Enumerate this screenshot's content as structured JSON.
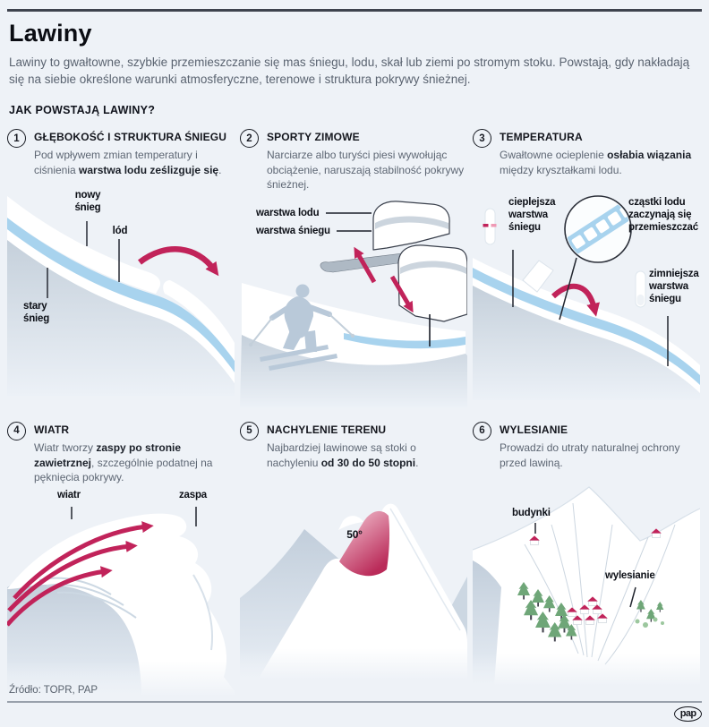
{
  "header": {
    "title": "Lawiny",
    "subtitle": "Lawiny to gwałtowne, szybkie przemieszczanie się mas śniegu, lodu, skał lub ziemi po stromym stoku. Powstają, gdy nakładają się na siebie określone warunki atmosferyczne, terenowe i struktura pokrywy śnieżnej.",
    "section_title": "JAK POWSTAJĄ LAWINY?"
  },
  "panels": [
    {
      "number": "1",
      "title": "GŁĘBOKOŚĆ I STRUKTURA ŚNIEGU",
      "desc": [
        "Pod wpływem zmian temperatury i ciśnienia ",
        "warstwa lodu ześlizguje się",
        "."
      ],
      "labels": [
        "nowy śnieg",
        "lód",
        "stary śnieg"
      ]
    },
    {
      "number": "2",
      "title": "SPORTY ZIMOWE",
      "desc": [
        "Narciarze albo turyści piesi wywołując obciążenie, naruszają stabilność pokrywy śnieżnej.",
        "",
        ""
      ],
      "labels": [
        "warstwa lodu",
        "warstwa śniegu"
      ]
    },
    {
      "number": "3",
      "title": "TEMPERATURA",
      "desc": [
        "Gwałtowne ocieplenie ",
        "osłabia wiązania",
        " między kryształkami lodu."
      ],
      "labels": [
        "cieplejsza warstwa śniegu",
        "cząstki lodu zaczynają się przemieszczać",
        "zimniejsza warstwa śniegu"
      ]
    },
    {
      "number": "4",
      "title": "WIATR",
      "desc": [
        "Wiatr tworzy ",
        "zaspy po stronie zawietrznej",
        ", szczególnie podatnej na pęknięcia pokrywy."
      ],
      "labels": [
        "wiatr",
        "zaspa"
      ]
    },
    {
      "number": "5",
      "title": "NACHYLENIE TERENU",
      "desc": [
        "Najbardziej lawinowe są stoki o nachyleniu ",
        "od 30 do 50 stopni",
        "."
      ],
      "labels": [
        "50°"
      ]
    },
    {
      "number": "6",
      "title": "WYLESIANIE",
      "desc": [
        "Prowadzi do utraty naturalnej ochrony przed lawiną.",
        "",
        ""
      ],
      "labels": [
        "budynki",
        "wylesianie"
      ]
    }
  ],
  "footer": {
    "source": "Źródło: TOPR, PAP",
    "logo_text": "pap"
  },
  "colors": {
    "accent_crimson": "#c1235a",
    "ice_blue": "#a8d3ee",
    "snow_gray": "#c7d2dd",
    "background": "#eef2f7"
  }
}
